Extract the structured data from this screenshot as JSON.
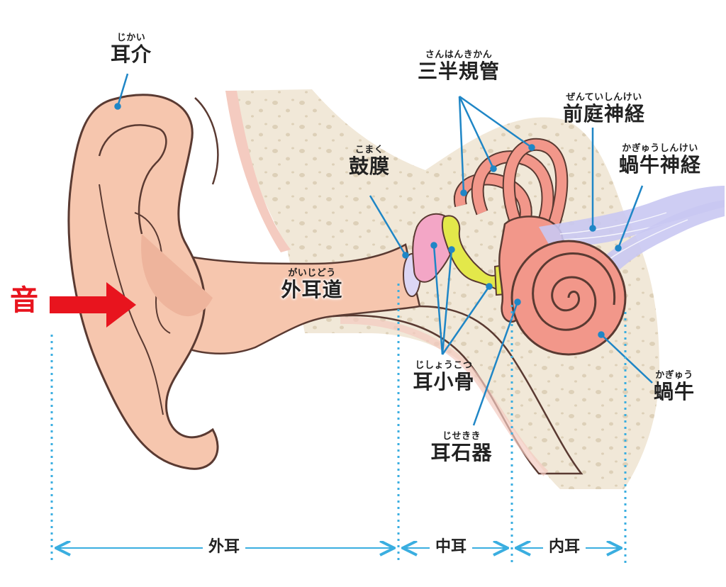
{
  "sound_label": "音",
  "labels": {
    "auricle": {
      "ruby": "じかい",
      "term": "耳介"
    },
    "semicircular_canals": {
      "ruby": "さんはんきかん",
      "term": "三半規管"
    },
    "vestibular_nerve": {
      "ruby": "ぜんていしんけい",
      "term": "前庭神経"
    },
    "cochlear_nerve": {
      "ruby": "かぎゅうしんけい",
      "term": "蝸牛神経"
    },
    "eardrum": {
      "ruby": "こまく",
      "term": "鼓膜"
    },
    "ear_canal": {
      "ruby": "がいじどう",
      "term": "外耳道"
    },
    "ossicles": {
      "ruby": "じしょうこつ",
      "term": "耳小骨"
    },
    "otolith_organ": {
      "ruby": "じせきき",
      "term": "耳石器"
    },
    "cochlea": {
      "ruby": "かぎゅう",
      "term": "蝸牛"
    }
  },
  "sections": {
    "outer": "外耳",
    "middle": "中耳",
    "inner": "内耳"
  },
  "colors": {
    "skin": "#f6c6ae",
    "skin_dark": "#e8a88e",
    "outline": "#5a3a32",
    "bone": "#f1e8d8",
    "bone_dots": "#ddd0b8",
    "inner_ear": "#f2978a",
    "ossicle_pink": "#f3a6c6",
    "ossicle_yellow": "#e3e84a",
    "eardrum": "#dcd6f4",
    "nerve": "#c9c8f2",
    "pointer": "#1f86c6",
    "divider": "#3aaee0",
    "sound_arrow": "#e8141e"
  }
}
